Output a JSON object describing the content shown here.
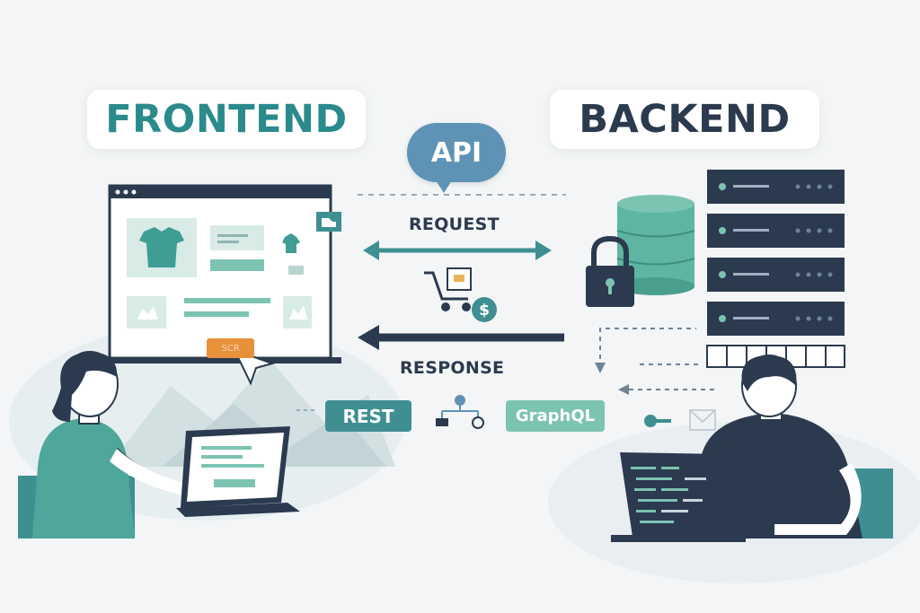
{
  "titles": {
    "frontend": "FRONTEND",
    "backend": "BACKEND"
  },
  "api": {
    "label": "API"
  },
  "flow": {
    "request": "REQUEST",
    "response": "RESPONSE"
  },
  "protocols": {
    "rest": "REST",
    "graphql": "GraphQL"
  },
  "frontend_page": {
    "button_label": "SCR"
  },
  "icons": [
    "tshirt-icon",
    "shopping-cart-icon",
    "dollar-coin-icon",
    "database-icon",
    "padlock-icon",
    "server-rack-icon",
    "cursor-pointer-icon",
    "laptop-icon",
    "flowchart-icon"
  ],
  "colors": {
    "frontend_accent": "#2a8a8c",
    "backend_dark": "#2b3a4e",
    "api_blue": "#5f93b5",
    "teal": "#3f8f92",
    "mint": "#7cc3b2",
    "orange": "#e8903a"
  }
}
